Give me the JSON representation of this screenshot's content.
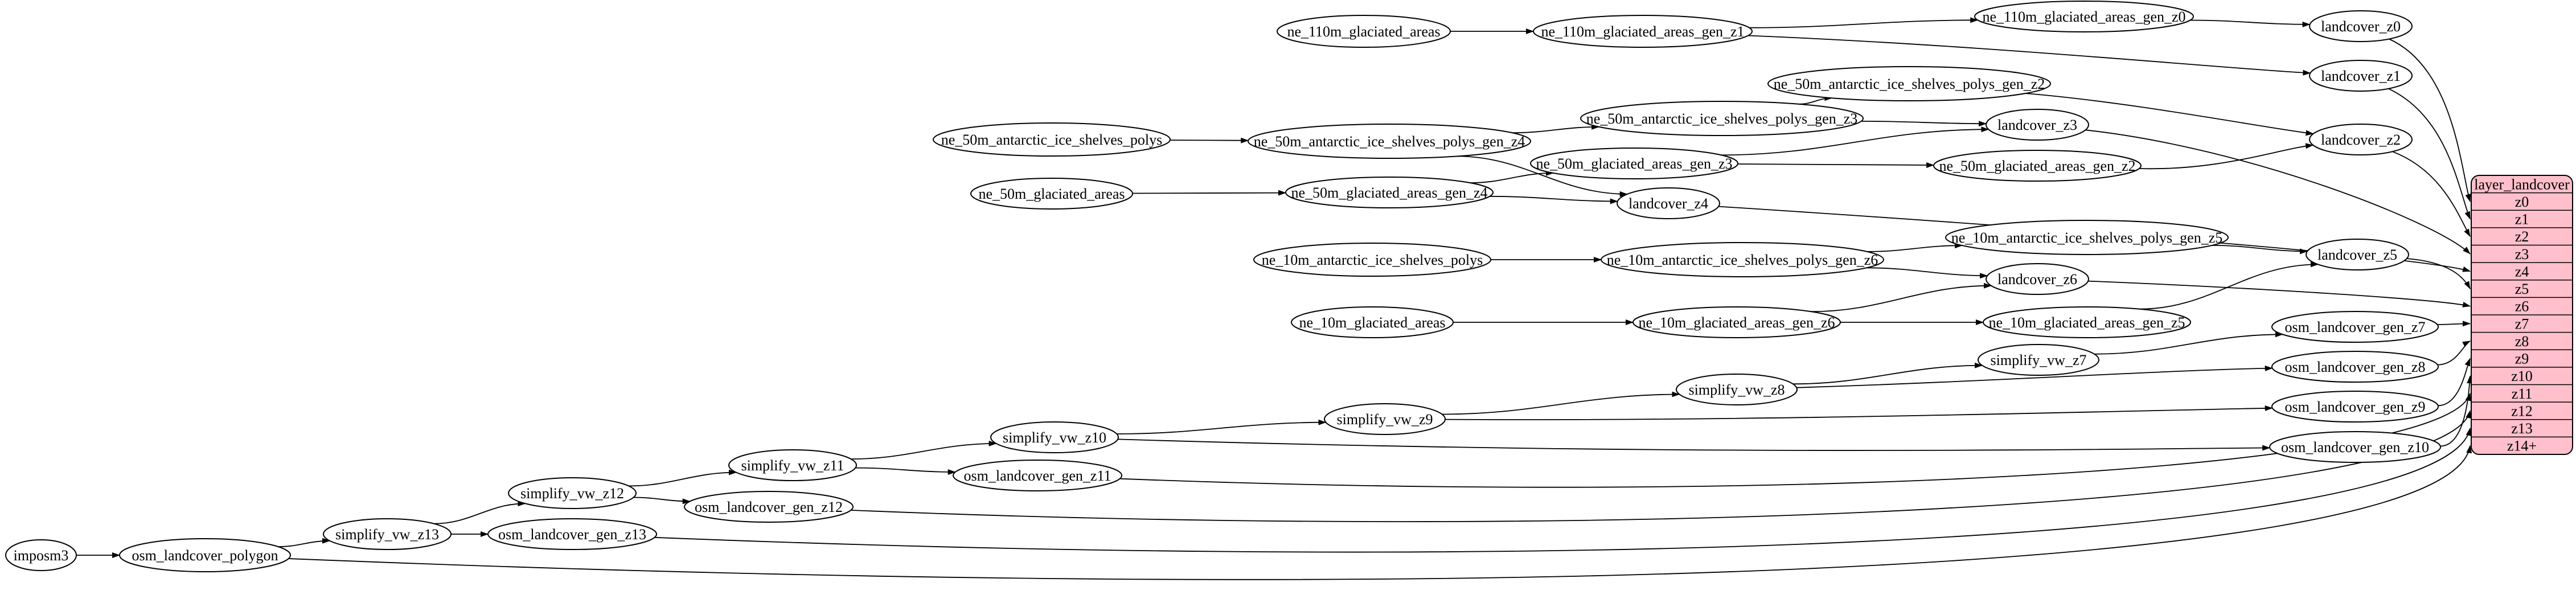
{
  "graph": {
    "background": "#ffffff",
    "edge_color": "#000000",
    "node_fill": "#ffffff",
    "node_stroke": "#000000",
    "nodes": [
      {
        "id": "imposm3",
        "label": "imposm3"
      },
      {
        "id": "osm_landcover_polygon",
        "label": "osm_landcover_polygon"
      },
      {
        "id": "simplify_vw_z13",
        "label": "simplify_vw_z13"
      },
      {
        "id": "osm_landcover_gen_z13",
        "label": "osm_landcover_gen_z13"
      },
      {
        "id": "simplify_vw_z12",
        "label": "simplify_vw_z12"
      },
      {
        "id": "osm_landcover_gen_z12",
        "label": "osm_landcover_gen_z12"
      },
      {
        "id": "simplify_vw_z11",
        "label": "simplify_vw_z11"
      },
      {
        "id": "osm_landcover_gen_z11",
        "label": "osm_landcover_gen_z11"
      },
      {
        "id": "simplify_vw_z10",
        "label": "simplify_vw_z10"
      },
      {
        "id": "simplify_vw_z9",
        "label": "simplify_vw_z9"
      },
      {
        "id": "simplify_vw_z8",
        "label": "simplify_vw_z8"
      },
      {
        "id": "simplify_vw_z7",
        "label": "simplify_vw_z7"
      },
      {
        "id": "osm_landcover_gen_z7",
        "label": "osm_landcover_gen_z7"
      },
      {
        "id": "osm_landcover_gen_z8",
        "label": "osm_landcover_gen_z8"
      },
      {
        "id": "osm_landcover_gen_z9",
        "label": "osm_landcover_gen_z9"
      },
      {
        "id": "osm_landcover_gen_z10",
        "label": "osm_landcover_gen_z10"
      },
      {
        "id": "ne_110m_glaciated_areas",
        "label": "ne_110m_glaciated_areas"
      },
      {
        "id": "ne_110m_glaciated_areas_gen_z1",
        "label": "ne_110m_glaciated_areas_gen_z1"
      },
      {
        "id": "ne_110m_glaciated_areas_gen_z0",
        "label": "ne_110m_glaciated_areas_gen_z0"
      },
      {
        "id": "landcover_z0",
        "label": "landcover_z0"
      },
      {
        "id": "landcover_z1",
        "label": "landcover_z1"
      },
      {
        "id": "ne_50m_antarctic_ice_shelves_polys",
        "label": "ne_50m_antarctic_ice_shelves_polys"
      },
      {
        "id": "ne_50m_antarctic_ice_shelves_polys_gen_z4",
        "label": "ne_50m_antarctic_ice_shelves_polys_gen_z4"
      },
      {
        "id": "ne_50m_antarctic_ice_shelves_polys_gen_z3",
        "label": "ne_50m_antarctic_ice_shelves_polys_gen_z3"
      },
      {
        "id": "ne_50m_antarctic_ice_shelves_polys_gen_z2",
        "label": "ne_50m_antarctic_ice_shelves_polys_gen_z2"
      },
      {
        "id": "landcover_z2",
        "label": "landcover_z2"
      },
      {
        "id": "landcover_z3",
        "label": "landcover_z3"
      },
      {
        "id": "ne_50m_glaciated_areas",
        "label": "ne_50m_glaciated_areas"
      },
      {
        "id": "ne_50m_glaciated_areas_gen_z4",
        "label": "ne_50m_glaciated_areas_gen_z4"
      },
      {
        "id": "ne_50m_glaciated_areas_gen_z3",
        "label": "ne_50m_glaciated_areas_gen_z3"
      },
      {
        "id": "ne_50m_glaciated_areas_gen_z2",
        "label": "ne_50m_glaciated_areas_gen_z2"
      },
      {
        "id": "landcover_z4",
        "label": "landcover_z4"
      },
      {
        "id": "ne_10m_antarctic_ice_shelves_polys",
        "label": "ne_10m_antarctic_ice_shelves_polys"
      },
      {
        "id": "ne_10m_antarctic_ice_shelves_polys_gen_z6",
        "label": "ne_10m_antarctic_ice_shelves_polys_gen_z6"
      },
      {
        "id": "ne_10m_antarctic_ice_shelves_polys_gen_z5",
        "label": "ne_10m_antarctic_ice_shelves_polys_gen_z5"
      },
      {
        "id": "landcover_z5",
        "label": "landcover_z5"
      },
      {
        "id": "landcover_z6",
        "label": "landcover_z6"
      },
      {
        "id": "ne_10m_glaciated_areas",
        "label": "ne_10m_glaciated_areas"
      },
      {
        "id": "ne_10m_glaciated_areas_gen_z6",
        "label": "ne_10m_glaciated_areas_gen_z6"
      },
      {
        "id": "ne_10m_glaciated_areas_gen_z5",
        "label": "ne_10m_glaciated_areas_gen_z5"
      }
    ],
    "edges": [
      {
        "from": "imposm3",
        "to": "osm_landcover_polygon"
      },
      {
        "from": "osm_landcover_polygon",
        "to": "simplify_vw_z13"
      },
      {
        "from": "osm_landcover_polygon",
        "to": "row:z14+"
      },
      {
        "from": "simplify_vw_z13",
        "to": "simplify_vw_z12"
      },
      {
        "from": "simplify_vw_z13",
        "to": "osm_landcover_gen_z13"
      },
      {
        "from": "osm_landcover_gen_z13",
        "to": "row:z13"
      },
      {
        "from": "simplify_vw_z12",
        "to": "simplify_vw_z11"
      },
      {
        "from": "simplify_vw_z12",
        "to": "osm_landcover_gen_z12"
      },
      {
        "from": "osm_landcover_gen_z12",
        "to": "row:z12"
      },
      {
        "from": "simplify_vw_z11",
        "to": "simplify_vw_z10"
      },
      {
        "from": "simplify_vw_z11",
        "to": "osm_landcover_gen_z11"
      },
      {
        "from": "osm_landcover_gen_z11",
        "to": "row:z11"
      },
      {
        "from": "simplify_vw_z10",
        "to": "simplify_vw_z9"
      },
      {
        "from": "simplify_vw_z10",
        "to": "osm_landcover_gen_z10"
      },
      {
        "from": "osm_landcover_gen_z10",
        "to": "row:z10"
      },
      {
        "from": "simplify_vw_z9",
        "to": "simplify_vw_z8"
      },
      {
        "from": "simplify_vw_z9",
        "to": "osm_landcover_gen_z9"
      },
      {
        "from": "osm_landcover_gen_z9",
        "to": "row:z9"
      },
      {
        "from": "simplify_vw_z8",
        "to": "simplify_vw_z7"
      },
      {
        "from": "simplify_vw_z8",
        "to": "osm_landcover_gen_z8"
      },
      {
        "from": "osm_landcover_gen_z8",
        "to": "row:z8"
      },
      {
        "from": "simplify_vw_z7",
        "to": "osm_landcover_gen_z7"
      },
      {
        "from": "osm_landcover_gen_z7",
        "to": "row:z7"
      },
      {
        "from": "ne_110m_glaciated_areas",
        "to": "ne_110m_glaciated_areas_gen_z1"
      },
      {
        "from": "ne_110m_glaciated_areas_gen_z1",
        "to": "ne_110m_glaciated_areas_gen_z0"
      },
      {
        "from": "ne_110m_glaciated_areas_gen_z1",
        "to": "landcover_z1"
      },
      {
        "from": "ne_110m_glaciated_areas_gen_z0",
        "to": "landcover_z0"
      },
      {
        "from": "landcover_z0",
        "to": "row:z0"
      },
      {
        "from": "landcover_z1",
        "to": "row:z1"
      },
      {
        "from": "ne_50m_antarctic_ice_shelves_polys",
        "to": "ne_50m_antarctic_ice_shelves_polys_gen_z4"
      },
      {
        "from": "ne_50m_antarctic_ice_shelves_polys_gen_z4",
        "to": "ne_50m_antarctic_ice_shelves_polys_gen_z3"
      },
      {
        "from": "ne_50m_antarctic_ice_shelves_polys_gen_z4",
        "to": "landcover_z4"
      },
      {
        "from": "ne_50m_antarctic_ice_shelves_polys_gen_z3",
        "to": "ne_50m_antarctic_ice_shelves_polys_gen_z2"
      },
      {
        "from": "ne_50m_antarctic_ice_shelves_polys_gen_z3",
        "to": "landcover_z3"
      },
      {
        "from": "ne_50m_antarctic_ice_shelves_polys_gen_z2",
        "to": "landcover_z2"
      },
      {
        "from": "landcover_z2",
        "to": "row:z2"
      },
      {
        "from": "landcover_z3",
        "to": "row:z3"
      },
      {
        "from": "ne_50m_glaciated_areas",
        "to": "ne_50m_glaciated_areas_gen_z4"
      },
      {
        "from": "ne_50m_glaciated_areas_gen_z4",
        "to": "ne_50m_glaciated_areas_gen_z3"
      },
      {
        "from": "ne_50m_glaciated_areas_gen_z4",
        "to": "landcover_z4"
      },
      {
        "from": "ne_50m_glaciated_areas_gen_z3",
        "to": "landcover_z3"
      },
      {
        "from": "ne_50m_glaciated_areas_gen_z3",
        "to": "ne_50m_glaciated_areas_gen_z2"
      },
      {
        "from": "ne_50m_glaciated_areas_gen_z2",
        "to": "landcover_z2"
      },
      {
        "from": "landcover_z4",
        "to": "row:z4"
      },
      {
        "from": "ne_10m_antarctic_ice_shelves_polys",
        "to": "ne_10m_antarctic_ice_shelves_polys_gen_z6"
      },
      {
        "from": "ne_10m_antarctic_ice_shelves_polys_gen_z6",
        "to": "ne_10m_antarctic_ice_shelves_polys_gen_z5"
      },
      {
        "from": "ne_10m_antarctic_ice_shelves_polys_gen_z6",
        "to": "landcover_z6"
      },
      {
        "from": "ne_10m_antarctic_ice_shelves_polys_gen_z5",
        "to": "landcover_z5"
      },
      {
        "from": "landcover_z5",
        "to": "row:z5"
      },
      {
        "from": "ne_10m_glaciated_areas",
        "to": "ne_10m_glaciated_areas_gen_z6"
      },
      {
        "from": "ne_10m_glaciated_areas_gen_z6",
        "to": "landcover_z6"
      },
      {
        "from": "ne_10m_glaciated_areas_gen_z6",
        "to": "ne_10m_glaciated_areas_gen_z5"
      },
      {
        "from": "ne_10m_glaciated_areas_gen_z5",
        "to": "landcover_z5"
      },
      {
        "from": "landcover_z6",
        "to": "row:z6"
      }
    ],
    "table": {
      "title": "layer_landcover",
      "fill": "#ffc0cb",
      "stroke": "#000000",
      "rows": [
        "z0",
        "z1",
        "z2",
        "z3",
        "z4",
        "z5",
        "z6",
        "z7",
        "z8",
        "z9",
        "z10",
        "z11",
        "z12",
        "z13",
        "z14+"
      ]
    }
  }
}
